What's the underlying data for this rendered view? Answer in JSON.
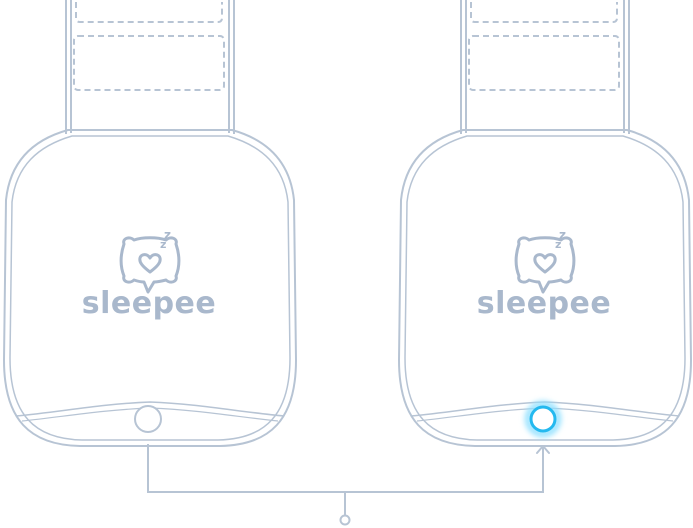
{
  "colors": {
    "outline": "#b7c4d4",
    "outline_dark": "#9eaec2",
    "logo": "#a9b8cc",
    "button_off": "#b7c4d4",
    "button_on": "#24b9ef",
    "glow": "#8fe0ff",
    "background": "#ffffff"
  },
  "devices": [
    {
      "brand": "sleepee",
      "logo_icon": "pillow-heart-zz-icon",
      "button_state": "off"
    },
    {
      "brand": "sleepee",
      "logo_icon": "pillow-heart-zz-icon",
      "button_state": "on"
    }
  ],
  "logo": {
    "z_small": "z",
    "z_large": "z"
  },
  "connector": {
    "icon": "arrow-up-icon",
    "origin": "circle-node-icon"
  }
}
